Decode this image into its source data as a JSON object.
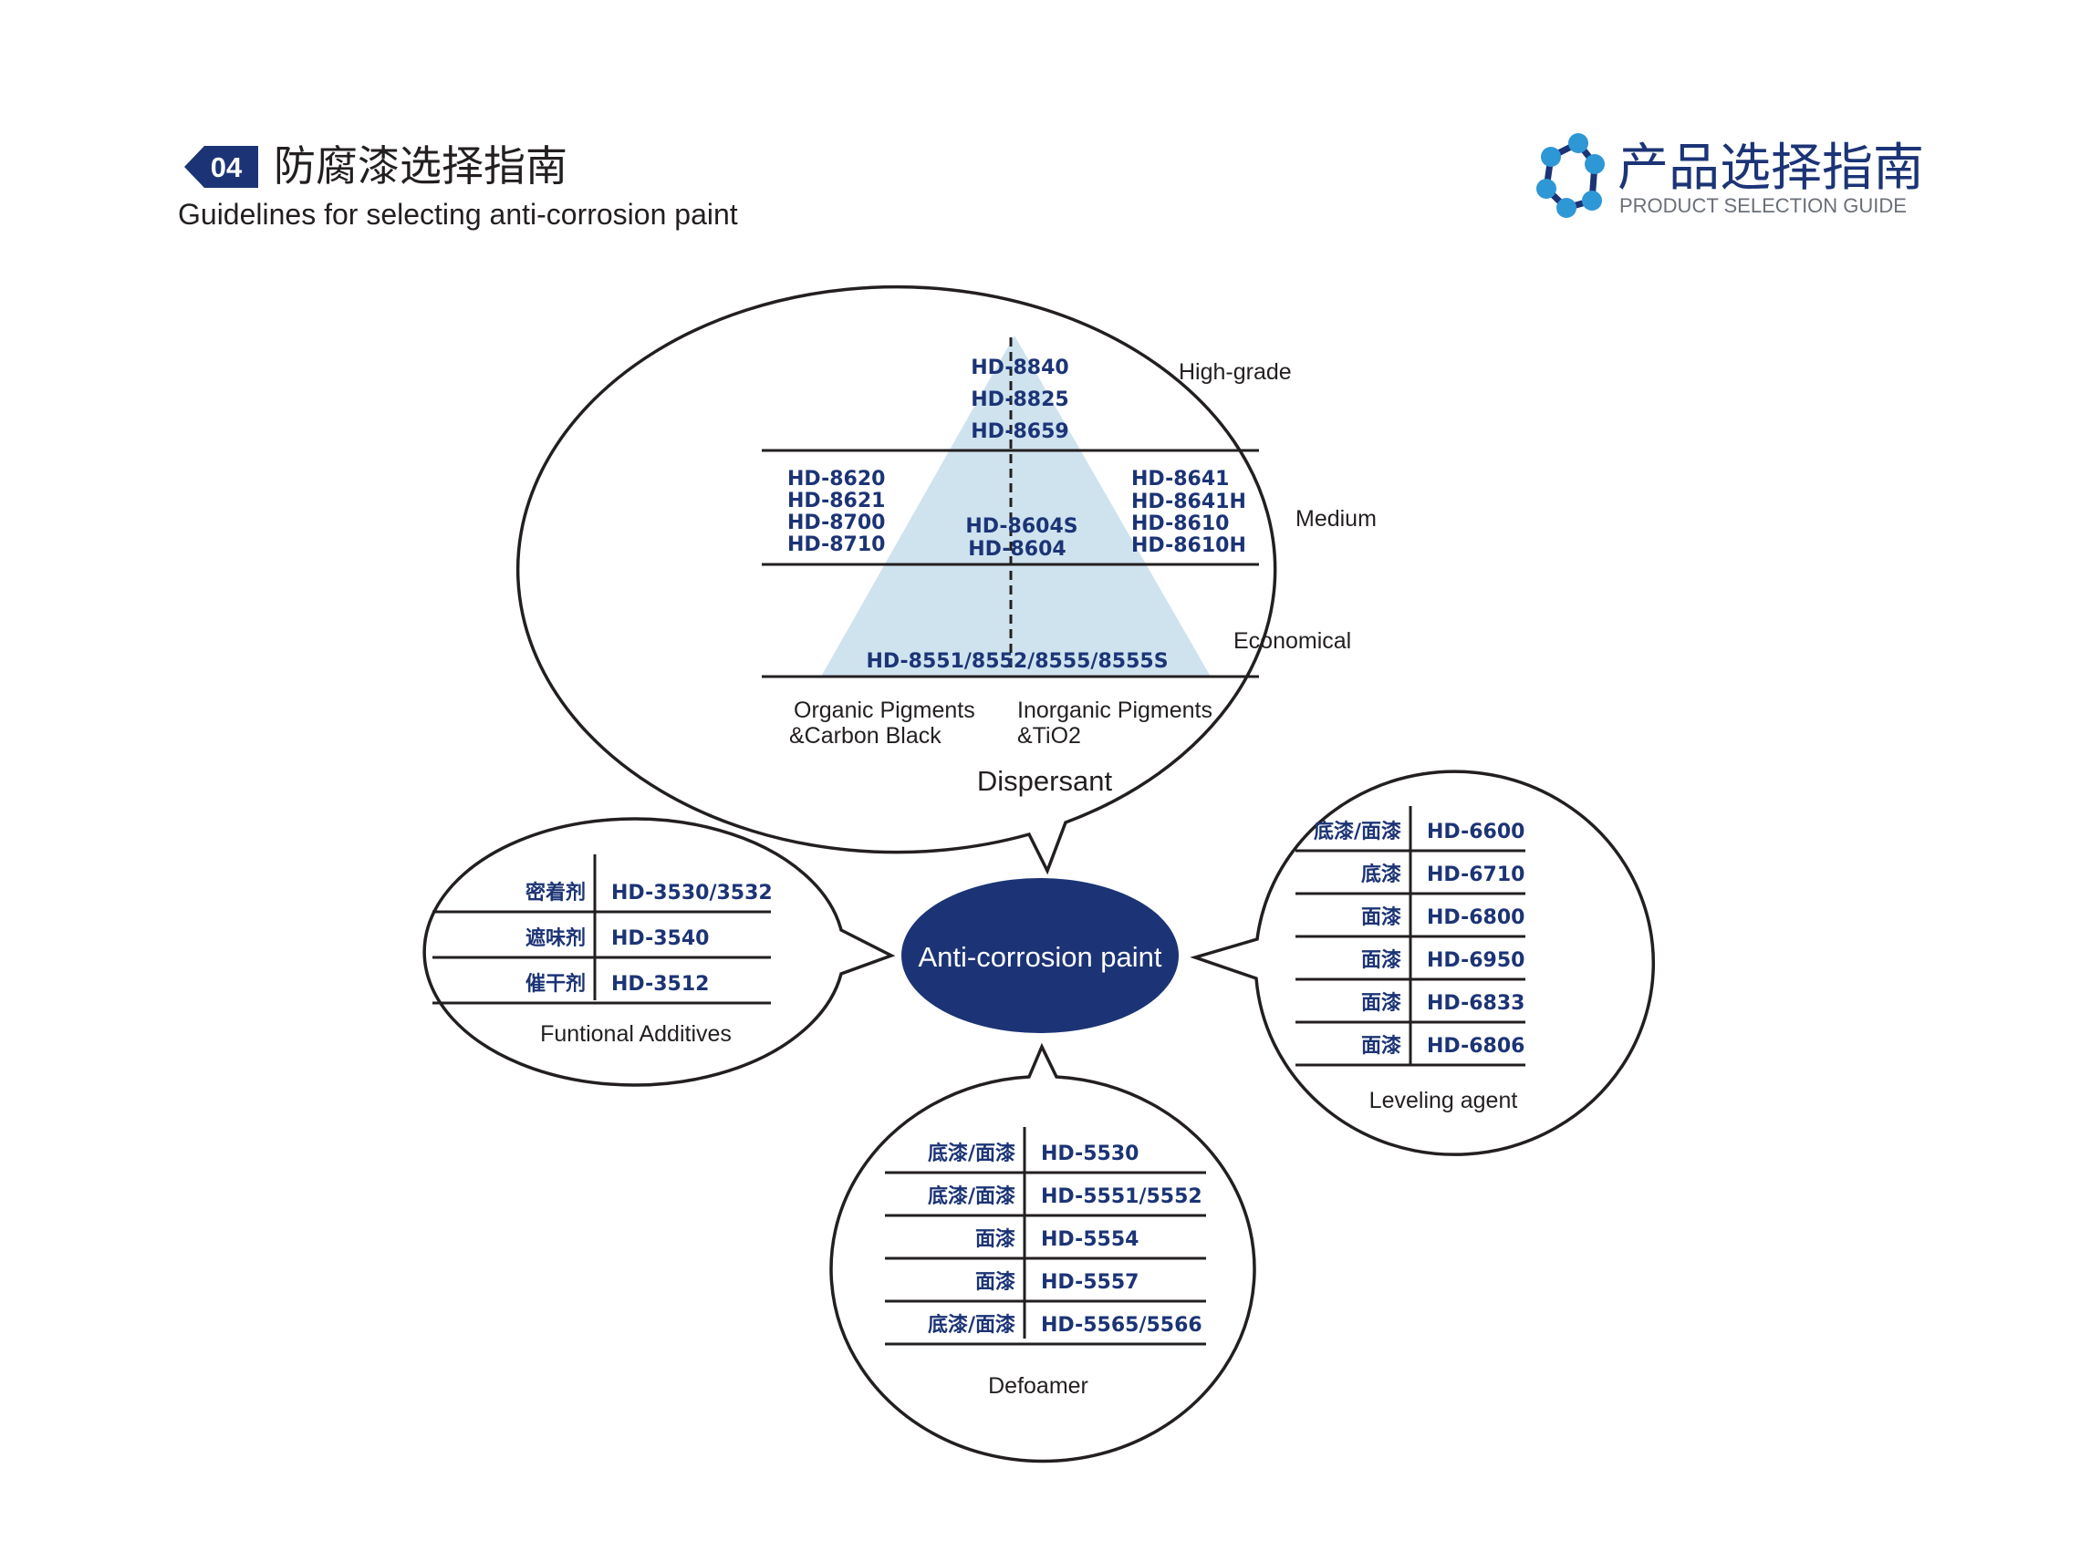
{
  "header": {
    "section_number": "04",
    "title_cn": "防腐漆选择指南",
    "title_en": "Guidelines for selecting anti-corrosion paint",
    "brand_cn": "产品选择指南",
    "brand_en": "PRODUCT SELECTION GUIDE"
  },
  "colors": {
    "navy": "#1c3476",
    "logo_blue": "#2e97d5",
    "triangle": "#cfe3ef",
    "ink": "#231f20"
  },
  "center": {
    "label": "Anti-corrosion paint"
  },
  "dispersant": {
    "title": "Dispersant",
    "grades": {
      "high": "High-grade",
      "medium": "Medium",
      "economical": "Economical"
    },
    "high_codes": [
      "HD-8840",
      "HD-8825",
      "HD-8659"
    ],
    "medium_left": [
      "HD-8620",
      "HD-8621",
      "HD-8700",
      "HD-8710"
    ],
    "medium_center": [
      "HD-8604S",
      "HD-8604"
    ],
    "medium_right": [
      "HD-8641",
      "HD-8641H",
      "HD-8610",
      "HD-8610H"
    ],
    "economical_code": "HD-8551/8552/8555/8555S",
    "left_category": [
      "Organic Pigments",
      "&Carbon Black"
    ],
    "right_category": [
      "Inorganic Pigments",
      "&TiO2"
    ]
  },
  "functional": {
    "title": "Funtional Additives",
    "rows": [
      {
        "type": "密着剂",
        "code": "HD-3530/3532"
      },
      {
        "type": "遮味剂",
        "code": "HD-3540"
      },
      {
        "type": "催干剂",
        "code": "HD-3512"
      }
    ]
  },
  "leveling": {
    "title": "Leveling agent",
    "rows": [
      {
        "type": "底漆/面漆",
        "code": "HD-6600"
      },
      {
        "type": "底漆",
        "code": "HD-6710"
      },
      {
        "type": "面漆",
        "code": "HD-6800"
      },
      {
        "type": "面漆",
        "code": "HD-6950"
      },
      {
        "type": "面漆",
        "code": "HD-6833"
      },
      {
        "type": "面漆",
        "code": "HD-6806"
      }
    ]
  },
  "defoamer": {
    "title": "Defoamer",
    "rows": [
      {
        "type": "底漆/面漆",
        "code": "HD-5530"
      },
      {
        "type": "底漆/面漆",
        "code": "HD-5551/5552"
      },
      {
        "type": "面漆",
        "code": "HD-5554"
      },
      {
        "type": "面漆",
        "code": "HD-5557"
      },
      {
        "type": "底漆/面漆",
        "code": "HD-5565/5566"
      }
    ]
  }
}
